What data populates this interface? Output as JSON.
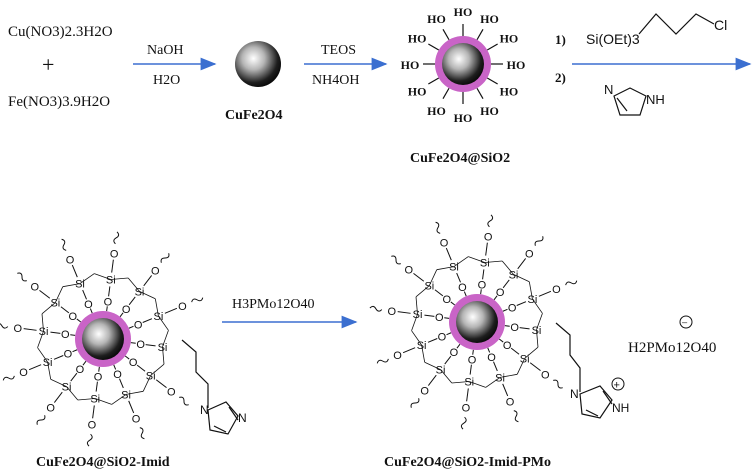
{
  "colors": {
    "arrow": "#3b6fd0",
    "shell": "#c964c7",
    "core_dark": "#1a1a1a",
    "core_light": "#e9e9e9"
  },
  "step1": {
    "reagent_a": "Cu(NO3)2.3H2O",
    "plus": "+",
    "reagent_b": "Fe(NO3)3.9H2O",
    "above": "NaOH",
    "below": "H2O"
  },
  "product1": {
    "label": "CuFe2O4"
  },
  "step2": {
    "above": "TEOS",
    "below": "NH4OH"
  },
  "product2": {
    "label": "CuFe2O4@SiO2",
    "surface_group": "HO"
  },
  "step3": {
    "n1": "1)",
    "n2": "2)",
    "silane": "Si(OEt)3",
    "chloride": "Cl",
    "nh": "NH",
    "n_atom": "N"
  },
  "product3": {
    "label": "CuFe2O4@SiO2-Imid",
    "si": "Si",
    "o": "O"
  },
  "step4": {
    "reagent": "H3PMo12O40"
  },
  "product4": {
    "label": "CuFe2O4@SiO2-Imid-PMo",
    "anion": "H2PMo12O40",
    "minus": "−",
    "plus": "+"
  }
}
